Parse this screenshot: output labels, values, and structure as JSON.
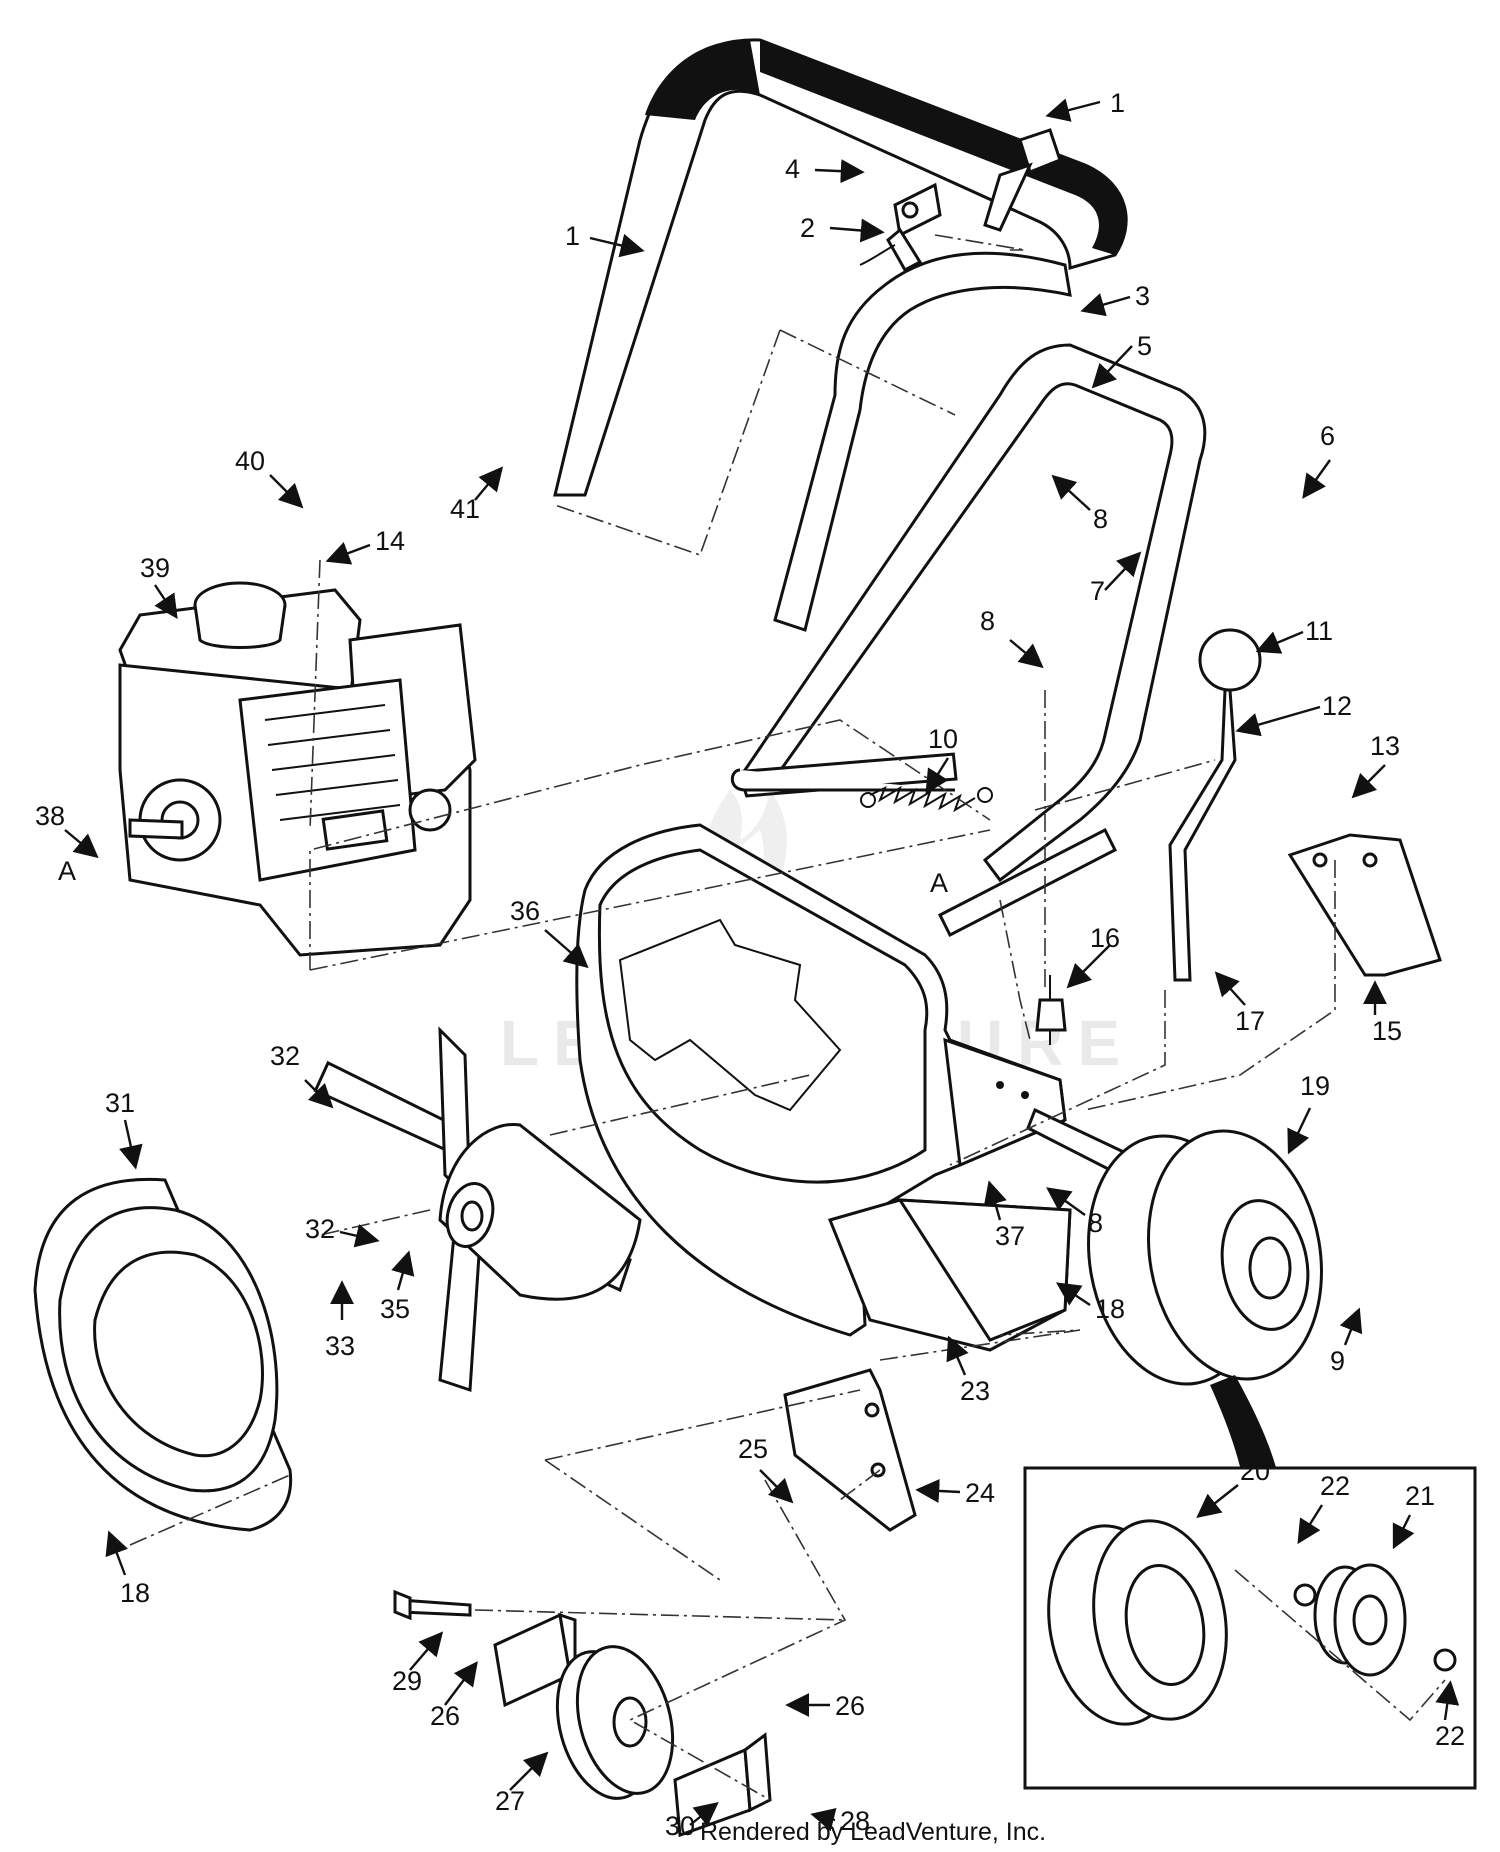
{
  "diagram": {
    "watermark": "LEADVENTURE",
    "credit": "Rendered by LeadVenture, Inc.",
    "section_marker": "A",
    "parts": [
      {
        "id": "handle-upper-a",
        "label": "1"
      },
      {
        "id": "handle-upper-b",
        "label": "1"
      },
      {
        "id": "throttle-control",
        "label": "2"
      },
      {
        "id": "bolt-handle",
        "label": "3"
      },
      {
        "id": "nut-throttle",
        "label": "4"
      },
      {
        "id": "handle-lower",
        "label": "5"
      },
      {
        "id": "rod-link",
        "label": "6"
      },
      {
        "id": "nut-rod",
        "label": "7"
      },
      {
        "id": "nut-handle",
        "label": "8"
      },
      {
        "id": "nut-frame",
        "label": "8"
      },
      {
        "id": "nut-axle",
        "label": "8"
      },
      {
        "id": "clip-wheel",
        "label": "9"
      },
      {
        "id": "spring",
        "label": "10"
      },
      {
        "id": "knob",
        "label": "11"
      },
      {
        "id": "lever",
        "label": "12"
      },
      {
        "id": "screw-deflector",
        "label": "13"
      },
      {
        "id": "washer-engine",
        "label": "14"
      },
      {
        "id": "deflector",
        "label": "15"
      },
      {
        "id": "isolator",
        "label": "16"
      },
      {
        "id": "nut-lever",
        "label": "17"
      },
      {
        "id": "nut-frame-bracket",
        "label": "18"
      },
      {
        "id": "nut-cover",
        "label": "18"
      },
      {
        "id": "wheel-rear",
        "label": "19"
      },
      {
        "id": "tire",
        "label": "20"
      },
      {
        "id": "hub",
        "label": "21"
      },
      {
        "id": "bearing-a",
        "label": "22"
      },
      {
        "id": "bearing-b",
        "label": "22"
      },
      {
        "id": "screw-frame",
        "label": "23"
      },
      {
        "id": "skirt-plate",
        "label": "24"
      },
      {
        "id": "bolt-skirt",
        "label": "25"
      },
      {
        "id": "caster-bracket-a",
        "label": "26"
      },
      {
        "id": "caster-bracket-b",
        "label": "26"
      },
      {
        "id": "caster-wheel",
        "label": "27"
      },
      {
        "id": "nut-caster-a",
        "label": "28"
      },
      {
        "id": "bolt-caster",
        "label": "29"
      },
      {
        "id": "nut-caster-b",
        "label": "30"
      },
      {
        "id": "housing-cover",
        "label": "31"
      },
      {
        "id": "impeller",
        "label": "32"
      },
      {
        "id": "washer-impeller",
        "label": "32"
      },
      {
        "id": "bolt-impeller",
        "label": "33"
      },
      {
        "id": "lock-washer",
        "label": "35"
      },
      {
        "id": "housing",
        "label": "36"
      },
      {
        "id": "nut-housing",
        "label": "37"
      },
      {
        "id": "key",
        "label": "38"
      },
      {
        "id": "engine",
        "label": "39"
      },
      {
        "id": "bolt-engine",
        "label": "40"
      },
      {
        "id": "bolt-handle-lower",
        "label": "41"
      }
    ]
  }
}
